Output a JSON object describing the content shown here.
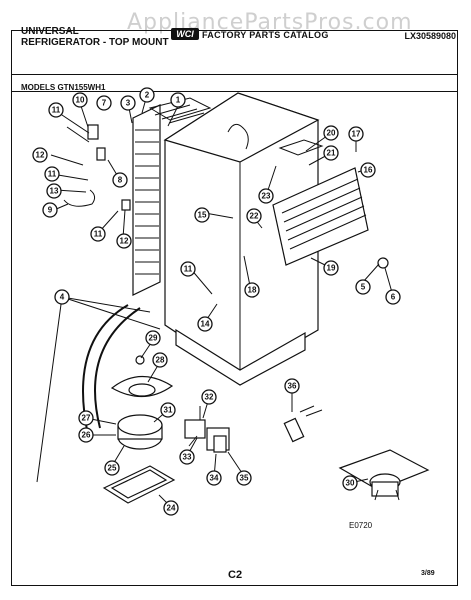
{
  "header": {
    "brand_line1": "UNIVERSAL",
    "brand_line2": "REFRIGERATOR - TOP MOUNT",
    "logo_text": "WCI",
    "catalog": "FACTORY PARTS CATALOG",
    "doc_number": "LX30589080",
    "watermark": "AppliancePartsPros.com"
  },
  "models_label": "MODELS GTN155WH1",
  "figure_code": "E0720",
  "page_label": "C2",
  "date_label": "3/89",
  "callouts": [
    "1",
    "2",
    "3",
    "4",
    "5",
    "6",
    "7",
    "8",
    "9",
    "10",
    "11",
    "11",
    "11",
    "12",
    "12",
    "13",
    "14",
    "15",
    "16",
    "17",
    "18",
    "19",
    "20",
    "21",
    "22",
    "23",
    "24",
    "25",
    "26",
    "27",
    "28",
    "29",
    "30",
    "31",
    "32",
    "33",
    "34",
    "35",
    "36"
  ]
}
